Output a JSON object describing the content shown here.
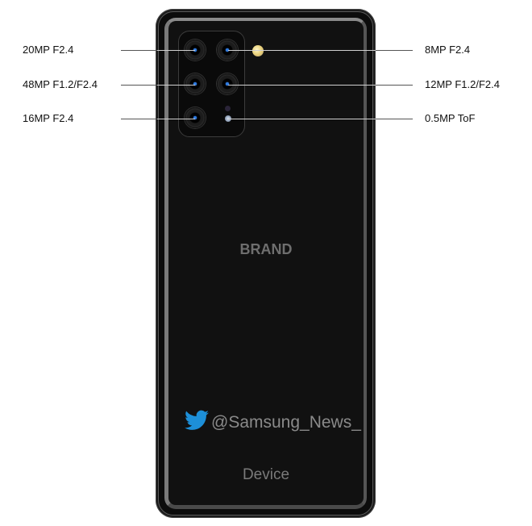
{
  "labels": {
    "left": [
      {
        "text": "20MP F2.4"
      },
      {
        "text": "48MP F1.2/F2.4"
      },
      {
        "text": "16MP F2.4"
      }
    ],
    "right": [
      {
        "text": "8MP F2.4"
      },
      {
        "text": "12MP F1.2/F2.4"
      },
      {
        "text": "0.5MP ToF"
      }
    ]
  },
  "phone": {
    "brand": "BRAND",
    "device": "Device",
    "watermark": {
      "icon": "twitter-bird-icon",
      "handle": "@Samsung_News_",
      "icon_color": "#1d8fd8"
    }
  },
  "colors": {
    "body": "#111111",
    "frame": "#1a1a1a",
    "brand_text": "#6e6e6e",
    "lens_accent": "#2f7be0"
  }
}
